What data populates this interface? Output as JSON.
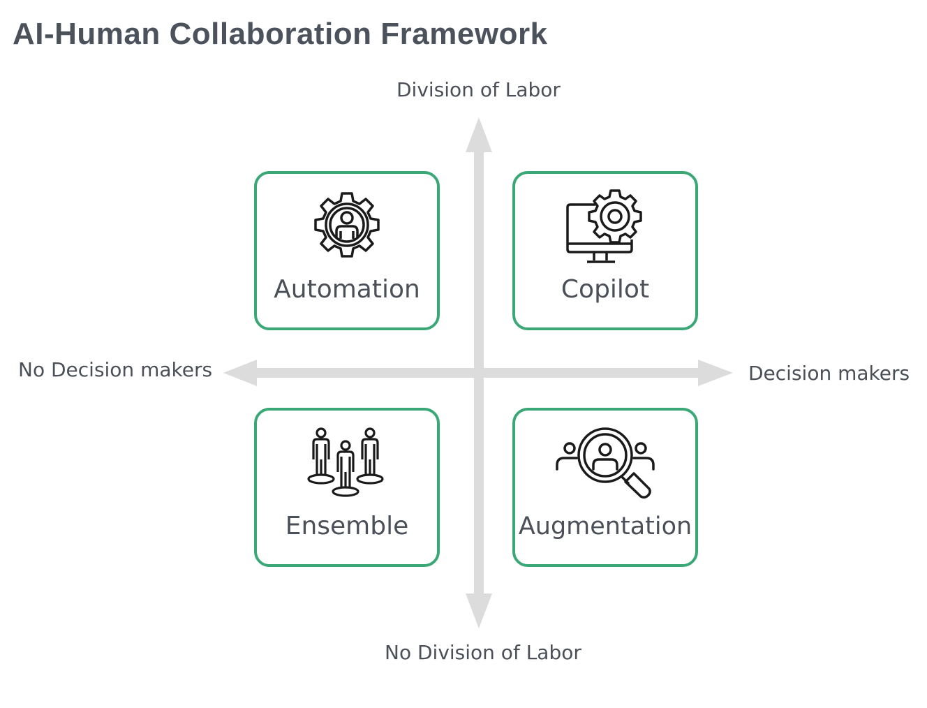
{
  "title": "AI-Human Collaboration Framework",
  "axes": {
    "top": "Division of Labor",
    "bottom": "No Division of Labor",
    "left": "No Decision makers",
    "right": "Decision makers"
  },
  "quadrants": [
    {
      "label": "Automation",
      "icon": "gear-person-icon"
    },
    {
      "label": "Copilot",
      "icon": "monitor-gear-icon"
    },
    {
      "label": "Ensemble",
      "icon": "group-people-icon"
    },
    {
      "label": "Augmentation",
      "icon": "magnifier-people-icon"
    }
  ],
  "colors": {
    "card_border": "#3aa876",
    "axis": "#dcdcdc",
    "text": "#4a4f58"
  }
}
